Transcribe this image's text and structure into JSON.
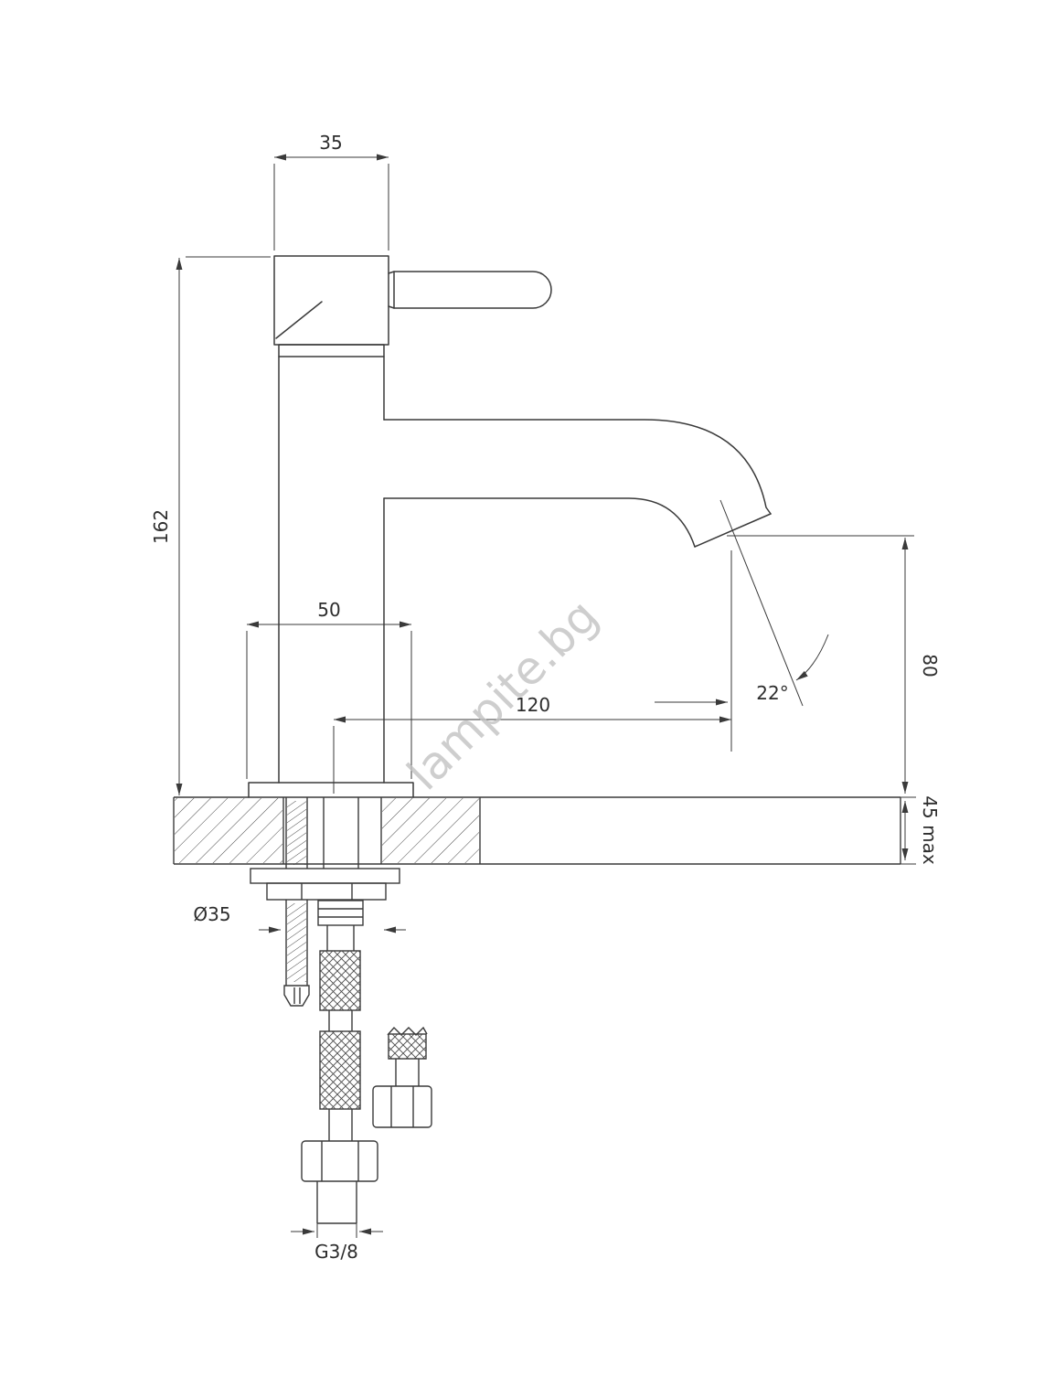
{
  "watermark": "lampite.bg",
  "dimensions": {
    "handle_width": "35",
    "total_height": "162",
    "body_width": "50",
    "spout_reach": "120",
    "spout_height": "80",
    "spout_angle": "22°",
    "deck_thickness": "45 max",
    "hole_diameter": "Ø35",
    "thread_size": "G3/8"
  }
}
